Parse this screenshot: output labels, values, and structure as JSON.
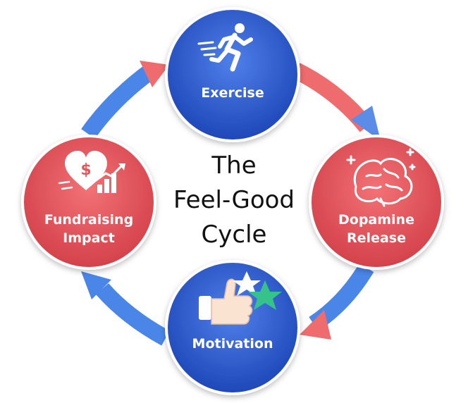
{
  "title_lines": [
    "The",
    "Feel-Good",
    "Cycle"
  ],
  "nodes": {
    "exercise": {
      "label": "Exercise",
      "color": "#2f5fd6"
    },
    "dopamine": {
      "label_lines": [
        "Dopamine",
        "Release"
      ],
      "color": "#e4585c"
    },
    "motivation": {
      "label": "Motivation",
      "color": "#2f5fd6"
    },
    "fundraising": {
      "label_lines": [
        "Fundraising",
        "Impact"
      ],
      "color": "#e4585c"
    }
  },
  "icons": {
    "exercise": "running-person-icon",
    "dopamine": "brain-icon",
    "motivation": "thumbs-up-icon",
    "fundraising": "heart-dollar-chart-icon"
  },
  "arrows": {
    "red": "#ee6b6e",
    "blue": "#4a86e8"
  }
}
